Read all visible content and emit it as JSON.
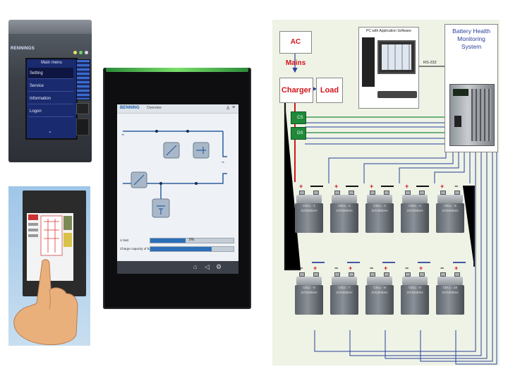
{
  "left_devices": {
    "rack_hmi": {
      "brand": "RENNINGS",
      "menu_title": "Main menu",
      "menu_items": [
        "Setting",
        "Service",
        "Information",
        "Logon"
      ],
      "selected_index": 0
    },
    "touch_panel": {},
    "large_hmi": {
      "logo": "BENNING",
      "header_title": "Overview",
      "rows": [
        {
          "label": "U batt",
          "percent_text": "0%",
          "fill": 0.42
        },
        {
          "label": "Charge capacity of batt",
          "percent_text": "",
          "fill": 0.74
        }
      ]
    }
  },
  "diagram": {
    "ac_mains": "AC Mains",
    "charger": "Charger",
    "load": "Load",
    "pc_label": "PC with Application Software",
    "link_label": "RS-232",
    "bhms_label": "Battery Health Monitoring System",
    "sensors": [
      "CS",
      "DS"
    ],
    "cells_top": [
      "CELL - 1",
      "CELL - 2",
      "CELL - 3",
      "CELL - 4",
      "CELL - 5"
    ],
    "cells_bottom": [
      "CELL - 6",
      "CELL - 7",
      "CELL - 8",
      "CELL - 9",
      "CELL - 10"
    ],
    "cell_sublabel": "2V/1000AH",
    "colors": {
      "red": "#d1161c",
      "green": "#1f8a3a",
      "blue": "#2a3f9a",
      "black": "#111111"
    }
  }
}
